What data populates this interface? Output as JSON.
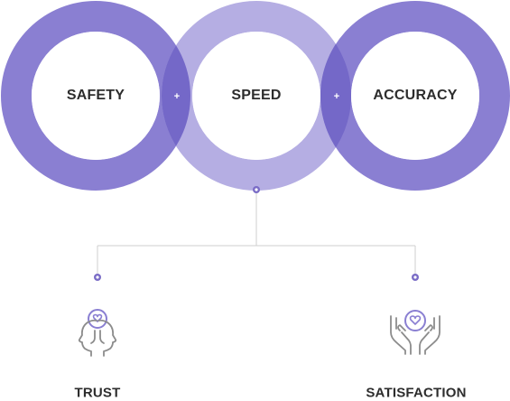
{
  "circles": [
    {
      "label": "SAFETY"
    },
    {
      "label": "SPEED"
    },
    {
      "label": "ACCURACY"
    }
  ],
  "plus_symbol": "+",
  "outcomes": [
    {
      "label": "TRUST",
      "icon": "heads-heart-icon"
    },
    {
      "label": "SATISFACTION",
      "icon": "hands-heart-icon"
    }
  ],
  "colors": {
    "ring_primary": "#8a7fd2",
    "ring_light": "#b5aee3",
    "overlap": "#7468c8",
    "connector": "#cfcfcf",
    "dot": "#7a6cc6",
    "icon_gray": "#8c8c8c",
    "icon_purple": "#8a7fd2",
    "text": "#2d2d2d"
  }
}
